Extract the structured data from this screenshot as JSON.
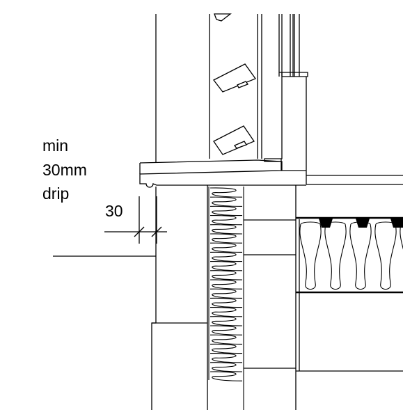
{
  "annotation": {
    "note_line1": "min",
    "note_line2": "30mm",
    "note_line3": "drip",
    "dimension_value": "30"
  },
  "colors": {
    "line": "#000000",
    "background": "#ffffff"
  }
}
